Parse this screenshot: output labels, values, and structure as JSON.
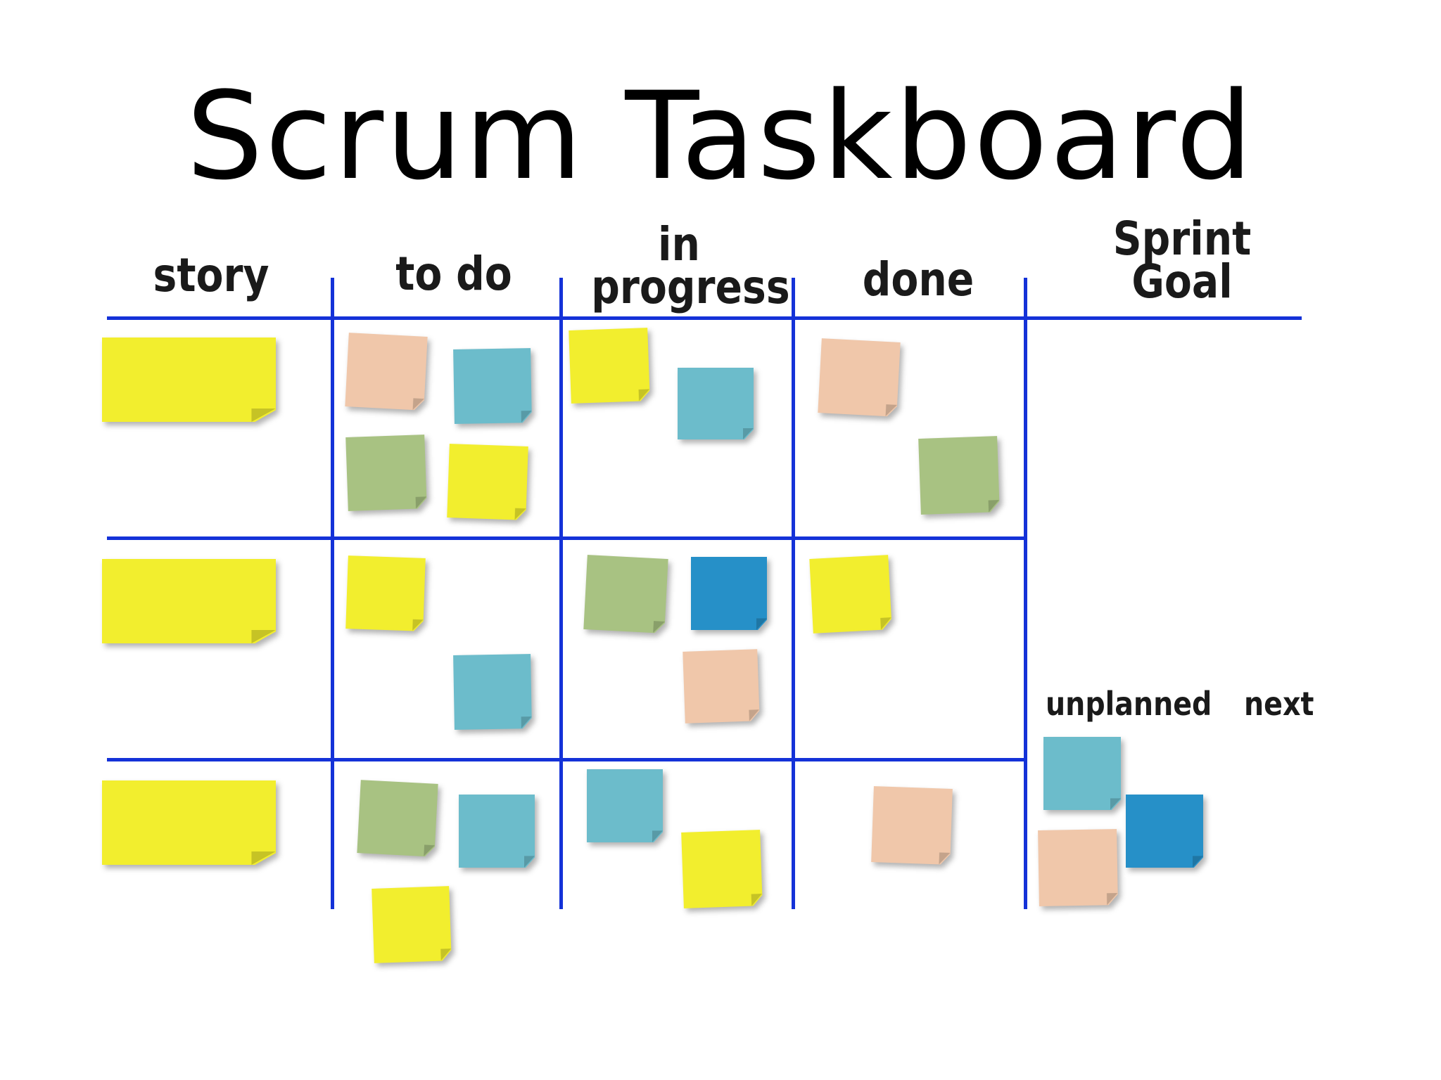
{
  "title": "Scrum Taskboard",
  "columns": {
    "story": "story",
    "todo": "to do",
    "in_progress_line1": "in",
    "in_progress_line2": "progress",
    "done": "done",
    "sprint_goal_line1": "Sprint",
    "sprint_goal_line2": "Goal"
  },
  "sub_columns": {
    "unplanned": "unplanned",
    "next": "next"
  },
  "colors": {
    "grid_line": "#1432d8",
    "yellow": "#f2ee2e",
    "peach": "#f0c7aa",
    "teal": "#6cbccb",
    "green": "#a8c282",
    "blue": "#2690c8"
  },
  "rows": [
    {
      "story": "yellow",
      "todo": [
        "peach",
        "teal",
        "green",
        "yellow"
      ],
      "in_progress": [
        "yellow",
        "teal"
      ],
      "done": [
        "peach",
        "green"
      ]
    },
    {
      "story": "yellow",
      "todo": [
        "yellow",
        "teal"
      ],
      "in_progress": [
        "green",
        "blue",
        "peach"
      ],
      "done": [
        "yellow"
      ]
    },
    {
      "story": "yellow",
      "todo": [
        "green",
        "teal",
        "yellow"
      ],
      "in_progress": [
        "teal",
        "yellow"
      ],
      "done": [
        "peach"
      ]
    }
  ],
  "unplanned_notes": [
    "teal",
    "peach"
  ],
  "next_notes": [
    "blue"
  ]
}
